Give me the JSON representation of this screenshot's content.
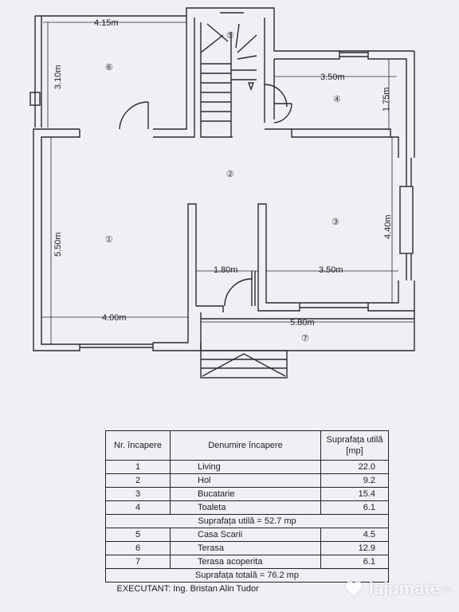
{
  "plan": {
    "dimensions": {
      "terrace_width": "4.15m",
      "terrace_depth": "3.10m",
      "toilet_width": "3.50m",
      "toilet_depth": "1.75m",
      "kitchen_depth": "4.40m",
      "living_depth": "5.50m",
      "hall_width": "1.80m",
      "kitchen_width": "3.50m",
      "living_width": "4.00m",
      "total_width": "5.80m"
    },
    "room_numbers": {
      "living": "①",
      "hall": "②",
      "kitchen": "③",
      "toilet": "④",
      "stairs": "⑤",
      "terrace": "⑥",
      "covered_terrace": "⑦"
    }
  },
  "table": {
    "headers": {
      "nr": "Nr. încapere",
      "name": "Denumire încapere",
      "area": "Suprafața utilă [mp]"
    },
    "rows_useful": [
      {
        "nr": "1",
        "name": "Living",
        "area": "22.0"
      },
      {
        "nr": "2",
        "name": "Hol",
        "area": "9.2"
      },
      {
        "nr": "3",
        "name": "Bucatarie",
        "area": "15.4"
      },
      {
        "nr": "4",
        "name": "Toaleta",
        "area": "6.1"
      }
    ],
    "subtotal": "Suprafața utilă = 52.7 mp",
    "rows_other": [
      {
        "nr": "5",
        "name": "Casa Scarii",
        "area": "4.5"
      },
      {
        "nr": "6",
        "name": "Terasa",
        "area": "12.9"
      },
      {
        "nr": "7",
        "name": "Terasa acoperita",
        "area": "6.1"
      }
    ],
    "total": "Suprafața totală = 76.2 mp",
    "executant": "EXECUTANT: Ing. Bristan Alin Tudor"
  },
  "watermark": {
    "brand": "lajumate",
    "tld": ".ro"
  },
  "colors": {
    "wall": "#2a2a2a",
    "background": "#eef0f4"
  }
}
